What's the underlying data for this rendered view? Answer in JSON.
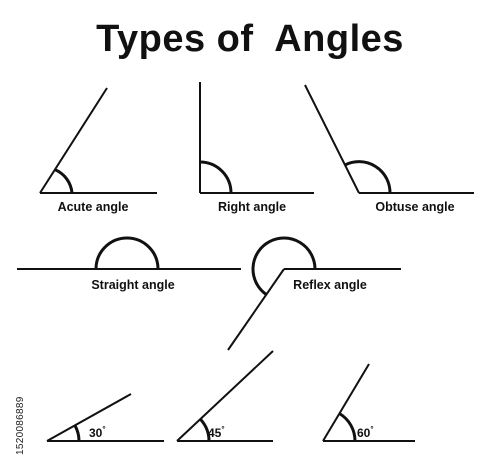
{
  "title": "Types of  Angles",
  "labels": {
    "acute": "Acute angle",
    "right": "Right  angle",
    "obtuse": "Obtuse  angle",
    "straight": "Straight  angle",
    "reflex": "Reflex angle"
  },
  "degree_examples": {
    "a30": "30",
    "a45": "45",
    "a60": "60",
    "degree_symbol": "°"
  },
  "stock_id": "1520086889",
  "colors": {
    "line": "#111111",
    "background": "#ffffff"
  }
}
